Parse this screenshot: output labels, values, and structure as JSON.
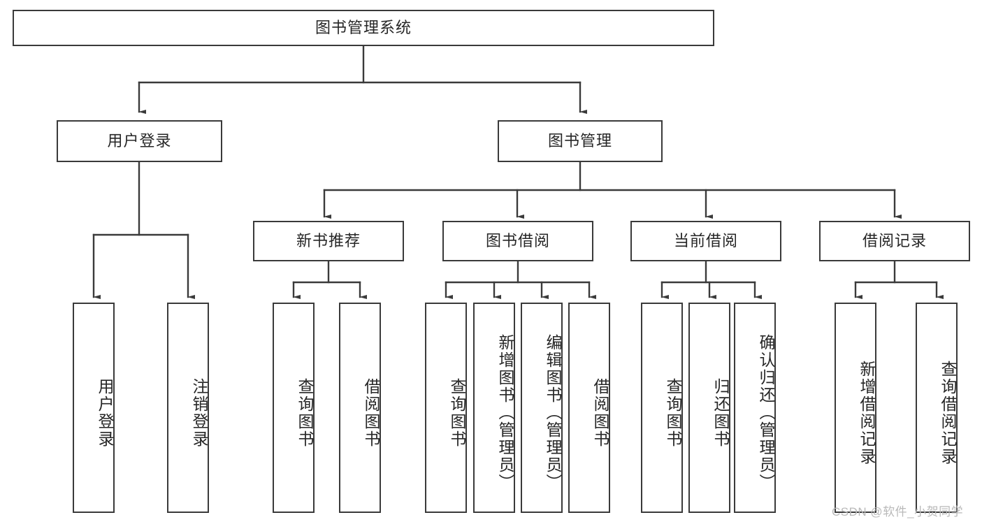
{
  "diagram": {
    "type": "tree-flowchart",
    "title": "图书管理系统",
    "watermark": "CSDN @软件_小贺同学",
    "colors": {
      "box_stroke": "#3a3a3a",
      "box_fill": "#ffffff",
      "line": "#3a3a3a",
      "text": "#262626",
      "watermark": "#b9b9b9"
    },
    "nodes": {
      "root": {
        "label": "图书管理系统",
        "level": 1,
        "orientation": "horizontal"
      },
      "l2": [
        {
          "id": "user-login",
          "label": "用户登录",
          "orientation": "horizontal"
        },
        {
          "id": "book-manage",
          "label": "图书管理",
          "orientation": "horizontal"
        }
      ],
      "l3": [
        {
          "id": "new-book-rec",
          "label": "新书推荐",
          "orientation": "horizontal"
        },
        {
          "id": "book-borrow",
          "label": "图书借阅",
          "orientation": "horizontal"
        },
        {
          "id": "current-borrow",
          "label": "当前借阅",
          "orientation": "horizontal"
        },
        {
          "id": "borrow-record",
          "label": "借阅记录",
          "orientation": "horizontal"
        }
      ],
      "leaves": [
        {
          "id": "leaf-user-login",
          "label": "用户登录",
          "parent": "user-login",
          "orientation": "vertical"
        },
        {
          "id": "leaf-user-logout",
          "label": "注销登录",
          "parent": "user-login",
          "orientation": "vertical"
        },
        {
          "id": "leaf-query-book-1",
          "label": "查询图书",
          "parent": "new-book-rec",
          "orientation": "vertical"
        },
        {
          "id": "leaf-borrow-book-1",
          "label": "借阅图书",
          "parent": "new-book-rec",
          "orientation": "vertical"
        },
        {
          "id": "leaf-query-book-2",
          "label": "查询图书",
          "parent": "book-borrow",
          "orientation": "vertical"
        },
        {
          "id": "leaf-add-book",
          "label": "新增图书（管理员）",
          "parent": "book-borrow",
          "orientation": "vertical"
        },
        {
          "id": "leaf-edit-book",
          "label": "编辑图书（管理员）",
          "parent": "book-borrow",
          "orientation": "vertical"
        },
        {
          "id": "leaf-borrow-book-2",
          "label": "借阅图书",
          "parent": "book-borrow",
          "orientation": "vertical"
        },
        {
          "id": "leaf-query-book-3",
          "label": "查询图书",
          "parent": "current-borrow",
          "orientation": "vertical"
        },
        {
          "id": "leaf-return-book",
          "label": "归还图书",
          "parent": "current-borrow",
          "orientation": "vertical"
        },
        {
          "id": "leaf-confirm-return",
          "label": "确认归还（管理员）",
          "parent": "current-borrow",
          "orientation": "vertical"
        },
        {
          "id": "leaf-add-record",
          "label": "新增借阅记录",
          "parent": "borrow-record",
          "orientation": "vertical"
        },
        {
          "id": "leaf-query-record",
          "label": "查询借阅记录",
          "parent": "borrow-record",
          "orientation": "vertical"
        }
      ]
    }
  }
}
